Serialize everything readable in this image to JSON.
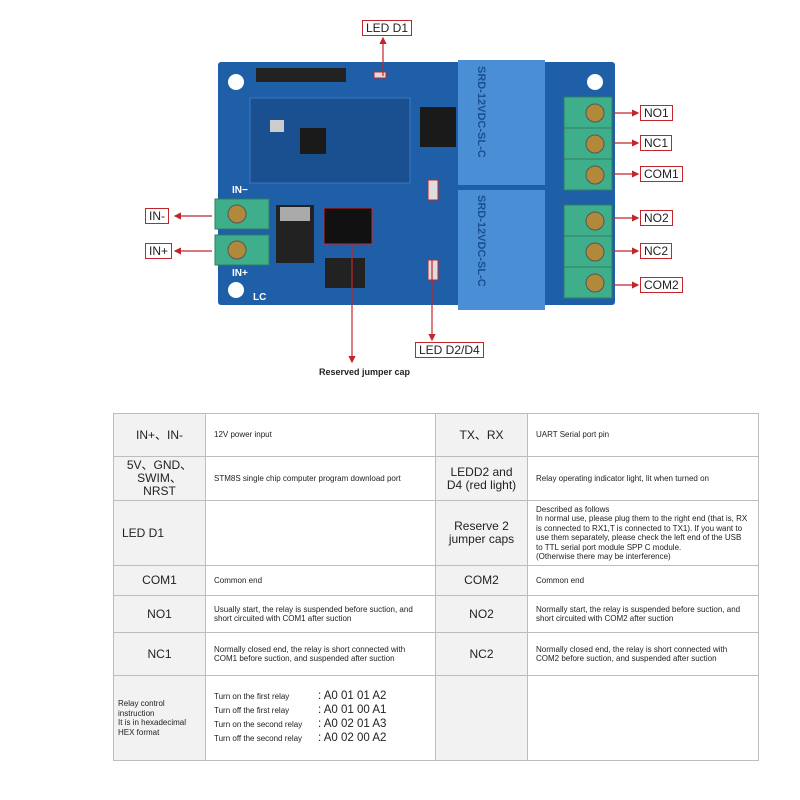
{
  "diagram": {
    "callouts": {
      "led_d1": "LED D1",
      "no1": "NO1",
      "nc1": "NC1",
      "com1": "COM1",
      "no2": "NO2",
      "nc2": "NC2",
      "com2": "COM2",
      "in_minus": "IN-",
      "in_plus": "IN+",
      "led_d2_d4": "LED D2/D4",
      "jumper": "Reserved jumper cap"
    },
    "board_silkscreen": {
      "relay_text": "SRD-12VDC-SL-C",
      "in_minus": "IN−",
      "in_plus": "IN+",
      "logo": "LC"
    },
    "colors": {
      "board": "#1f5fa8",
      "relay": "#4a8fd6",
      "terminal": "#3fae8a",
      "callout_border": "#c0272d"
    }
  },
  "table": {
    "rows": [
      {
        "k1": "IN+、IN-",
        "v1": "12V power input",
        "k2": "TX、RX",
        "v2": "UART Serial port pin"
      },
      {
        "k1": "5V、GND、SWIM、NRST",
        "v1": "STM8S single chip computer program download port",
        "k2": "LEDD2 and D4 (red light)",
        "v2": "Relay operating indicator light, lit when turned on"
      },
      {
        "k1": "LED D1",
        "v1": "",
        "k2": "Reserve 2 jumper caps",
        "v2": "Described as follows\nIn normal use, please plug them to the right end (that is, RX is connected to RX1,T is connected to TX1). If you want to use them separately, please check the left end of the USB to TTL serial port module SPP C module.\n(Otherwise there may be interference)"
      },
      {
        "k1": "COM1",
        "v1": "Common end",
        "k2": "COM2",
        "v2": "Common end"
      },
      {
        "k1": "NO1",
        "v1": "Usually start, the relay is suspended before suction, and short circuited with COM1 after suction",
        "k2": "NO2",
        "v2": "Normally start, the relay is suspended before suction, and short circuited with COM2 after suction"
      },
      {
        "k1": "NC1",
        "v1": "Normally closed end, the relay is short connected with COM1 before suction, and suspended after suction",
        "k2": "NC2",
        "v2": "Normally closed end, the relay is short connected with COM2 before suction, and suspended after suction"
      }
    ],
    "control": {
      "label": "Relay control instruction\nIt is in hexadecimal HEX format",
      "commands": [
        {
          "label": "Turn on the first relay",
          "code": ": A0 01 01 A2"
        },
        {
          "label": "Turn off the first relay",
          "code": ": A0 01 00 A1"
        },
        {
          "label": "Turn on the second relay",
          "code": ": A0 02 01 A3"
        },
        {
          "label": "Turn off the second relay",
          "code": ": A0 02 00 A2"
        }
      ]
    }
  }
}
